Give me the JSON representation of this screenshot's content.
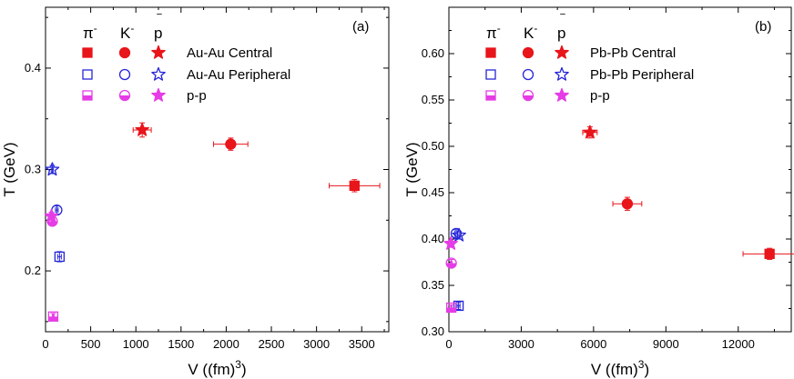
{
  "chart_data": [
    {
      "type": "scatter",
      "panel_label": "(a)",
      "xlabel": "V ((fm)",
      "xlabel_sup": "3",
      "xlabel_tail": ")",
      "ylabel": "T (GeV)",
      "xlim": [
        0,
        3800
      ],
      "ylim": [
        0.14,
        0.46
      ],
      "xticks": [
        0,
        500,
        1000,
        1500,
        2000,
        2500,
        3000,
        3500
      ],
      "yticks": [
        0.2,
        0.3,
        0.4
      ],
      "xtick_labels": [
        "0",
        "500",
        "1000",
        "1500",
        "2000",
        "2500",
        "3000",
        "3500"
      ],
      "ytick_labels": [
        "0.2",
        "0.3",
        "0.4"
      ],
      "legend": {
        "columns": [
          {
            "label": "π",
            "sup": "-"
          },
          {
            "label": "K",
            "sup": "-"
          },
          {
            "label": "p",
            "over": "‾"
          }
        ],
        "rows": [
          {
            "label": "Au-Au Central",
            "color": "#e8151b"
          },
          {
            "label": "Au-Au Peripheral",
            "color": "#2626d9"
          },
          {
            "label": "p-p",
            "color": "#e63ce6"
          }
        ]
      },
      "series": [
        {
          "name": "Au-Au Central",
          "particle": "π-",
          "marker": "square-filled",
          "color": "#e8151b",
          "points": [
            {
              "x": 3420,
              "y": 0.284,
              "xerr": 280,
              "yerr": 0.006
            }
          ]
        },
        {
          "name": "Au-Au Central",
          "particle": "K-",
          "marker": "circle-filled",
          "color": "#e8151b",
          "points": [
            {
              "x": 2050,
              "y": 0.325,
              "xerr": 190,
              "yerr": 0.006
            }
          ]
        },
        {
          "name": "Au-Au Central",
          "particle": "p-bar",
          "marker": "star-filled",
          "color": "#e8151b",
          "points": [
            {
              "x": 1070,
              "y": 0.339,
              "xerr": 100,
              "yerr": 0.007
            }
          ]
        },
        {
          "name": "Au-Au Peripheral",
          "particle": "π-",
          "marker": "square-open",
          "color": "#2626d9",
          "points": [
            {
              "x": 155,
              "y": 0.214,
              "xerr": 20,
              "yerr": 0.005
            }
          ]
        },
        {
          "name": "Au-Au Peripheral",
          "particle": "K-",
          "marker": "circle-open",
          "color": "#2626d9",
          "points": [
            {
              "x": 125,
              "y": 0.26,
              "xerr": 15,
              "yerr": 0.004
            }
          ]
        },
        {
          "name": "Au-Au Peripheral",
          "particle": "p-bar",
          "marker": "star-open",
          "color": "#2626d9",
          "points": [
            {
              "x": 75,
              "y": 0.3,
              "xerr": 12,
              "yerr": 0.004
            }
          ]
        },
        {
          "name": "p-p",
          "particle": "π-",
          "marker": "square-half",
          "color": "#e63ce6",
          "points": [
            {
              "x": 85,
              "y": 0.155,
              "xerr": 10,
              "yerr": 0.003
            }
          ]
        },
        {
          "name": "p-p",
          "particle": "K-",
          "marker": "circle-half",
          "color": "#e63ce6",
          "points": [
            {
              "x": 75,
              "y": 0.249,
              "xerr": 10,
              "yerr": 0.004
            }
          ]
        },
        {
          "name": "p-p",
          "particle": "p-bar",
          "marker": "star-filled",
          "color": "#e63ce6",
          "points": [
            {
              "x": 65,
              "y": 0.254,
              "xerr": 10,
              "yerr": 0.004
            }
          ]
        }
      ]
    },
    {
      "type": "scatter",
      "panel_label": "(b)",
      "xlabel": "V ((fm)",
      "xlabel_sup": "3",
      "xlabel_tail": ")",
      "ylabel": "T (GeV)",
      "xlim": [
        0,
        14200
      ],
      "ylim": [
        0.3,
        0.65
      ],
      "xticks": [
        0,
        3000,
        6000,
        9000,
        12000
      ],
      "yticks": [
        0.3,
        0.35,
        0.4,
        0.45,
        0.5,
        0.55,
        0.6
      ],
      "xtick_labels": [
        "0",
        "3000",
        "6000",
        "9000",
        "12000"
      ],
      "ytick_labels": [
        "0.30",
        "0.35",
        "0.40",
        "0.45",
        "0.50",
        "0.55",
        "0.60"
      ],
      "legend": {
        "columns": [
          {
            "label": "π",
            "sup": "-"
          },
          {
            "label": "K",
            "sup": "-"
          },
          {
            "label": "p",
            "over": "‾"
          }
        ],
        "rows": [
          {
            "label": "Pb-Pb Central",
            "color": "#e8151b"
          },
          {
            "label": "Pb-Pb Peripheral",
            "color": "#2626d9"
          },
          {
            "label": "p-p",
            "color": "#e63ce6"
          }
        ]
      },
      "series": [
        {
          "name": "Pb-Pb Central",
          "particle": "π-",
          "marker": "square-filled",
          "color": "#e8151b",
          "points": [
            {
              "x": 13300,
              "y": 0.384,
              "xerr": 1100,
              "yerr": 0.006
            }
          ]
        },
        {
          "name": "Pb-Pb Central",
          "particle": "K-",
          "marker": "circle-filled",
          "color": "#e8151b",
          "points": [
            {
              "x": 7400,
              "y": 0.438,
              "xerr": 600,
              "yerr": 0.007
            }
          ]
        },
        {
          "name": "Pb-Pb Central",
          "particle": "p-bar",
          "marker": "star-filled",
          "color": "#e8151b",
          "points": [
            {
              "x": 5850,
              "y": 0.515,
              "xerr": 300,
              "yerr": 0.006
            }
          ]
        },
        {
          "name": "Pb-Pb Peripheral",
          "particle": "π-",
          "marker": "square-open",
          "color": "#2626d9",
          "points": [
            {
              "x": 400,
              "y": 0.328,
              "xerr": 60,
              "yerr": 0.004
            }
          ]
        },
        {
          "name": "Pb-Pb Peripheral",
          "particle": "K-",
          "marker": "circle-open",
          "color": "#2626d9",
          "points": [
            {
              "x": 300,
              "y": 0.406,
              "xerr": 60,
              "yerr": 0.004
            }
          ]
        },
        {
          "name": "Pb-Pb Peripheral",
          "particle": "p-bar",
          "marker": "star-open",
          "color": "#2626d9",
          "points": [
            {
              "x": 420,
              "y": 0.404,
              "xerr": 60,
              "yerr": 0.004
            }
          ]
        },
        {
          "name": "p-p",
          "particle": "π-",
          "marker": "square-half",
          "color": "#e63ce6",
          "points": [
            {
              "x": 100,
              "y": 0.326,
              "xerr": 30,
              "yerr": 0.003
            }
          ]
        },
        {
          "name": "p-p",
          "particle": "K-",
          "marker": "circle-half",
          "color": "#e63ce6",
          "points": [
            {
              "x": 100,
              "y": 0.374,
              "xerr": 30,
              "yerr": 0.004
            }
          ]
        },
        {
          "name": "p-p",
          "particle": "p-bar",
          "marker": "star-filled",
          "color": "#e63ce6",
          "points": [
            {
              "x": 80,
              "y": 0.395,
              "xerr": 30,
              "yerr": 0.004
            }
          ]
        }
      ]
    }
  ]
}
